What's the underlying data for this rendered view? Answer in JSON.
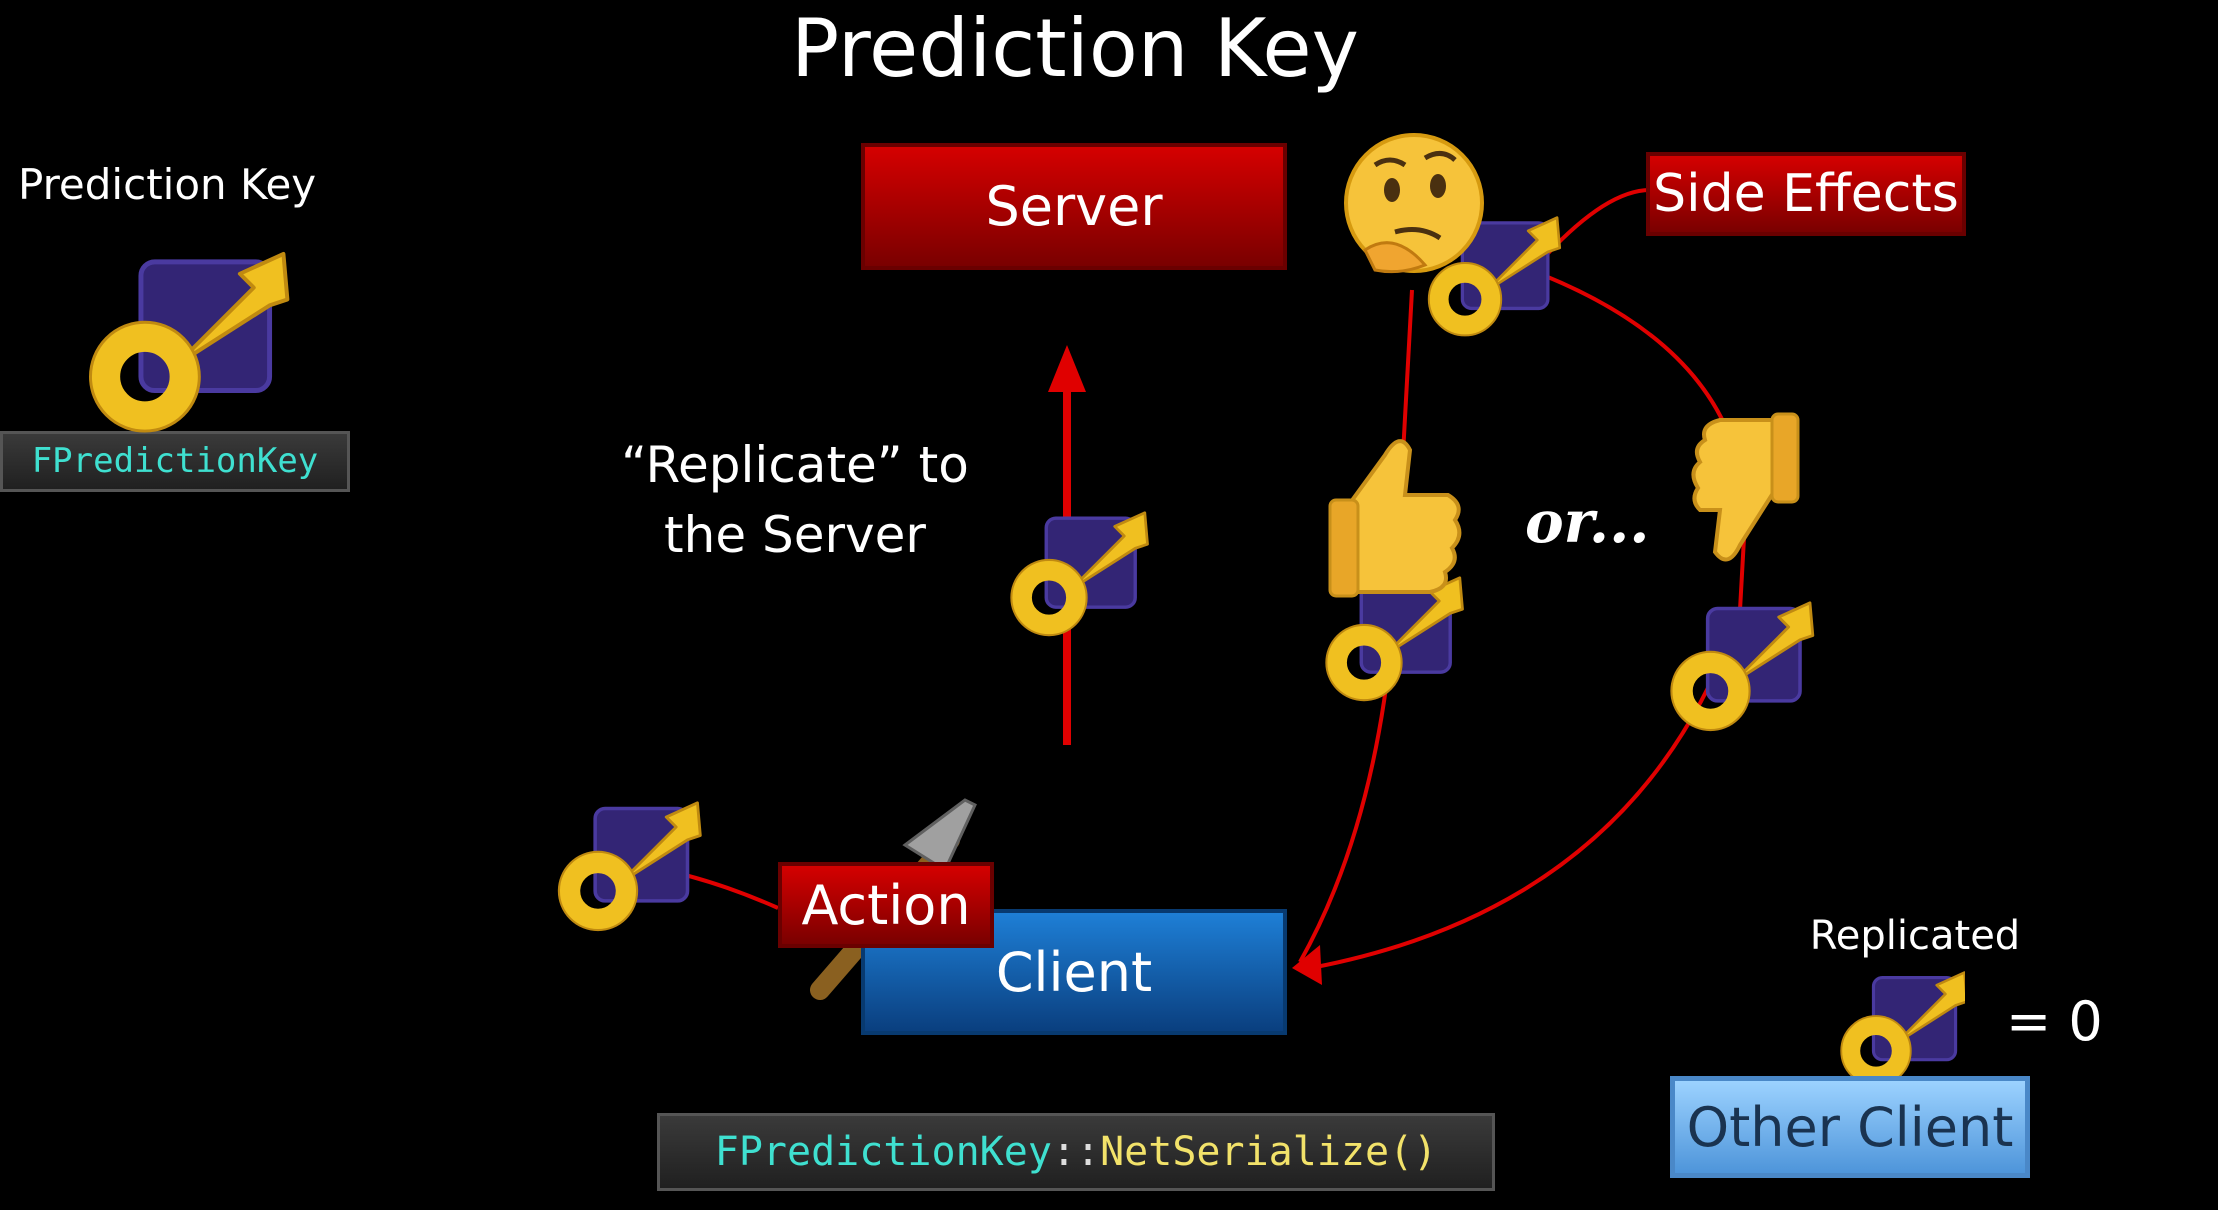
{
  "title": "Prediction Key",
  "legend": {
    "label": "Prediction Key",
    "code": "FPredictionKey"
  },
  "nodes": {
    "server": "Server",
    "client": "Client",
    "action": "Action",
    "side_effects": "Side Effects",
    "other_client": "Other Client"
  },
  "annotations": {
    "replicate_line1": "“Replicate” to",
    "replicate_line2": "the Server",
    "or": "or...",
    "replicated": "Replicated",
    "equals_zero": "= 0"
  },
  "code": {
    "class_name": "FPredictionKey",
    "scope": "::",
    "method": "NetSerialize()"
  },
  "icons": [
    "key-icon",
    "thinking-face-icon",
    "thumbs-up-icon",
    "thumbs-down-icon",
    "sword-icon"
  ],
  "colors": {
    "server_red": "#c00000",
    "client_blue": "#1565c0",
    "arrow_red": "#e00000",
    "key_gold": "#f0c020",
    "key_purple": "#3a2a80",
    "code_cyan": "#3fe0d0"
  }
}
